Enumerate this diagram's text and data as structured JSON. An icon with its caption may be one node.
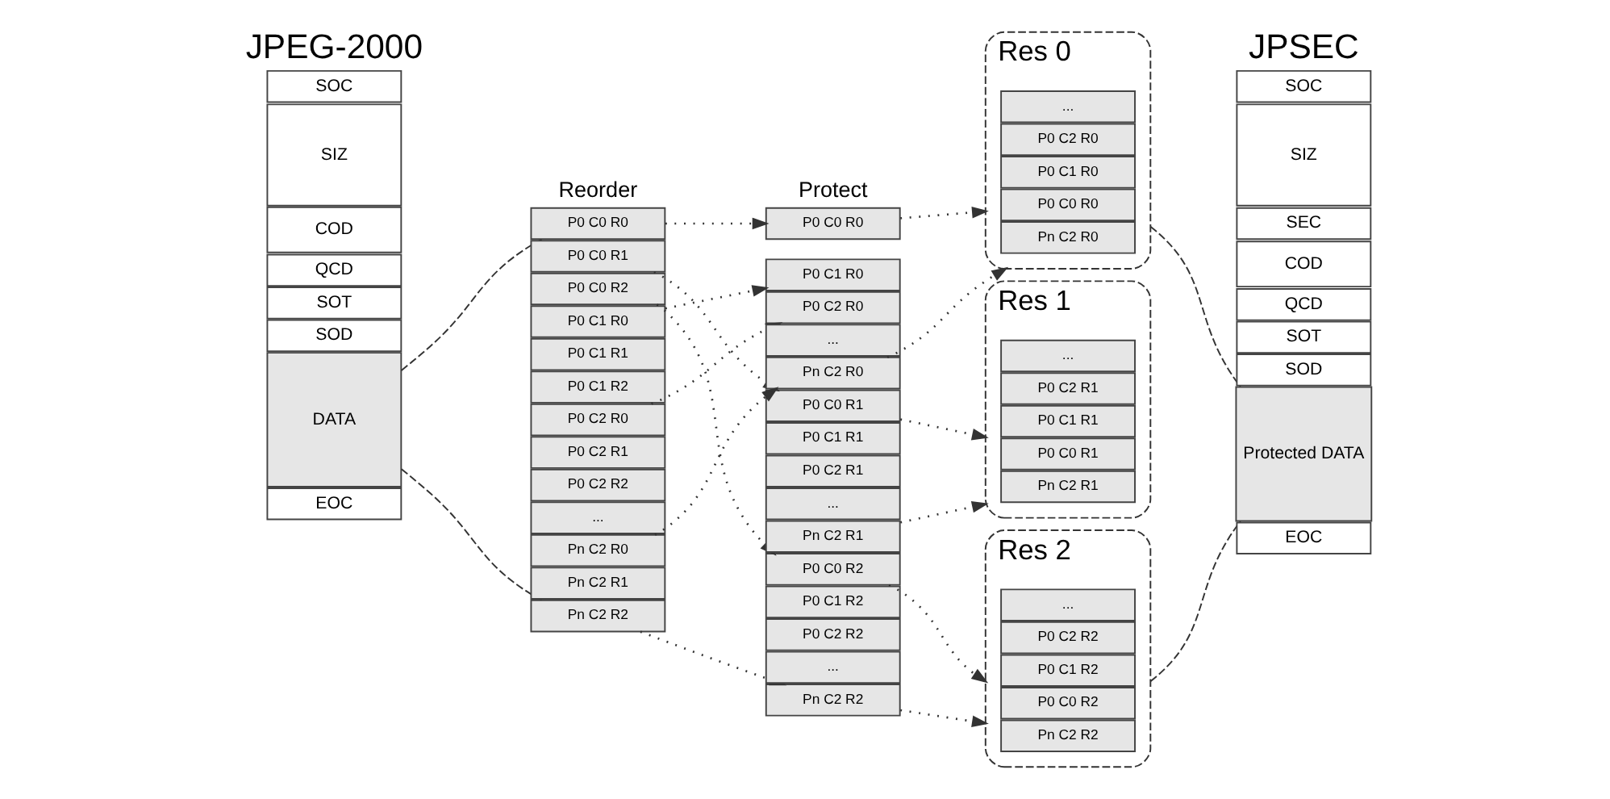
{
  "diagram": {
    "nodes": [
      {
        "text": [
          "SOC"
        ]
      },
      {
        "text": [
          "SIZ"
        ]
      },
      {
        "text": [
          "COD"
        ]
      },
      {
        "text": [
          "QCD"
        ]
      },
      {
        "text": [
          "SOT"
        ]
      },
      {
        "text": [
          "SOD"
        ]
      },
      {
        "text": [
          "DATA"
        ]
      },
      {
        "text": [
          "EOC"
        ]
      },
      {
        "text": [
          "P0 C0 R0"
        ]
      },
      {
        "text": [
          "P0 C0 R1"
        ]
      },
      {
        "text": [
          "P0 C0 R2"
        ]
      },
      {
        "text": [
          "P0 C1 R0"
        ]
      },
      {
        "text": [
          "P0 C1 R1"
        ]
      },
      {
        "text": [
          "P0 C1 R2"
        ]
      },
      {
        "text": [
          "P0 C2 R0"
        ]
      },
      {
        "text": [
          "P0 C2 R1"
        ]
      },
      {
        "text": [
          "P0 C2 R2"
        ]
      },
      {
        "text": [
          "..."
        ]
      },
      {
        "text": [
          "Pn C2 R0"
        ]
      },
      {
        "text": [
          "Pn C2 R1"
        ]
      },
      {
        "text": [
          "Pn C2 R2"
        ]
      },
      {
        "text": [
          "P0 C0 R0"
        ]
      },
      {
        "text": [
          "P0 C1 R0"
        ]
      },
      {
        "text": [
          "P0 C2 R0"
        ]
      },
      {
        "text": [
          "..."
        ]
      },
      {
        "text": [
          "Pn C2 R0"
        ]
      },
      {
        "text": [
          "P0 C0 R1"
        ]
      },
      {
        "text": [
          "P0 C1 R1"
        ]
      },
      {
        "text": [
          "P0 C2 R1"
        ]
      },
      {
        "text": [
          "..."
        ]
      },
      {
        "text": [
          "Pn C2 R1"
        ]
      },
      {
        "text": [
          "P0 C0 R2"
        ]
      },
      {
        "text": [
          "P0 C1 R2"
        ]
      },
      {
        "text": [
          "P0 C2 R2"
        ]
      },
      {
        "text": [
          "..."
        ]
      },
      {
        "text": [
          "Pn C2 R2"
        ]
      },
      {
        "text": [
          "Res 0"
        ]
      },
      {
        "text": [
          "P0 C0 R0"
        ],
        "in": 36
      },
      {
        "text": [
          "P0 C1 R0"
        ],
        "in": 36
      },
      {
        "text": [
          "P0 C2 R0"
        ],
        "in": 36
      },
      {
        "text": [
          "..."
        ],
        "in": 36
      },
      {
        "text": [
          "Pn C2 R0"
        ],
        "in": 36
      },
      {
        "text": [
          "Res 1"
        ]
      },
      {
        "text": [
          "P0 C0 R1"
        ],
        "in": 42
      },
      {
        "text": [
          "P0 C1 R1"
        ],
        "in": 42
      },
      {
        "text": [
          "P0 C2 R1"
        ],
        "in": 42
      },
      {
        "text": [
          "..."
        ],
        "in": 42
      },
      {
        "text": [
          "Pn C2 R1"
        ],
        "in": 42
      },
      {
        "text": [
          "Res 2"
        ]
      },
      {
        "text": [
          "P0 C0 R2"
        ],
        "in": 48
      },
      {
        "text": [
          "P0 C1 R2"
        ],
        "in": 48
      },
      {
        "text": [
          "P0 C2 R2"
        ],
        "in": 48
      },
      {
        "text": [
          "..."
        ],
        "in": 48
      },
      {
        "text": [
          "Pn C2 R2"
        ],
        "in": 48
      },
      {
        "text": [
          "SOC"
        ]
      },
      {
        "text": [
          "SIZ"
        ]
      },
      {
        "text": [
          "SEC"
        ]
      },
      {
        "text": [
          "COD"
        ]
      },
      {
        "text": [
          "QCD"
        ]
      },
      {
        "text": [
          "SOT"
        ]
      },
      {
        "text": [
          "SOD"
        ]
      },
      {
        "text": [
          "Protected DATA"
        ]
      },
      {
        "text": [
          "EOC"
        ]
      }
    ],
    "edges": [
      {
        "from": 6,
        "to": 8,
        "arrow": "none",
        "style": "dashed"
      },
      {
        "from": 6,
        "to": 20,
        "arrow": "none",
        "style": "dashed"
      },
      {
        "from": 8,
        "to": 21,
        "arrow": "to"
      },
      {
        "from": 9,
        "to": 26,
        "arrow": "to"
      },
      {
        "from": 10,
        "to": 31,
        "arrow": "to"
      },
      {
        "from": 11,
        "to": 22,
        "arrow": "to"
      },
      {
        "from": 14,
        "to": 23,
        "arrow": "to"
      },
      {
        "from": 18,
        "to": 25,
        "arrow": "to"
      },
      {
        "from": 20,
        "to": 35,
        "arrow": "to"
      },
      {
        "from": 21,
        "to": 36,
        "arrow": "to"
      },
      {
        "from": 25,
        "to": 36,
        "arrow": "to"
      },
      {
        "from": 26,
        "to": 42,
        "arrow": "to"
      },
      {
        "from": 30,
        "to": 42,
        "arrow": "to"
      },
      {
        "from": 31,
        "to": 48,
        "arrow": "to"
      },
      {
        "from": 35,
        "to": 48,
        "arrow": "to"
      },
      {
        "from": 36,
        "to": 61,
        "arrow": "none",
        "style": "dashed"
      },
      {
        "from": 48,
        "to": 61,
        "arrow": "none",
        "style": "dashed"
      }
    ],
    "labels": [
      "JPEG-2000",
      "Reorder",
      "Protect",
      "JPSEC"
    ]
  }
}
